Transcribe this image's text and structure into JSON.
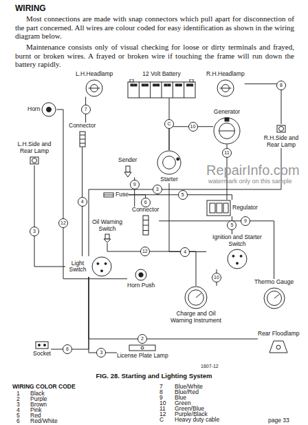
{
  "diagram": {
    "title": "WIRING",
    "caption": "FIG. 28. Starting and Lighting System",
    "nodes": [
      {
        "text": [
          "L.H.Headlamp"
        ]
      },
      {
        "text": [
          "12 Volt Battery"
        ]
      },
      {
        "text": [
          "R.H.Headlamp"
        ]
      },
      {
        "text": [
          "Horn"
        ]
      },
      {
        "text": [
          "Generator"
        ]
      },
      {
        "text": [
          "L.H.Side and Rear Lamp"
        ]
      },
      {
        "text": [
          "Connector"
        ]
      },
      {
        "text": [
          "Sender"
        ]
      },
      {
        "text": [
          "Starter"
        ]
      },
      {
        "text": [
          "R.H.Side and Rear Lamp"
        ]
      },
      {
        "text": [
          "Fuse"
        ]
      },
      {
        "text": [
          "Connector"
        ]
      },
      {
        "text": [
          "Regulator"
        ]
      },
      {
        "text": [
          "Oil Warning Switch"
        ]
      },
      {
        "text": [
          "Ignition and Starter Switch"
        ]
      },
      {
        "text": [
          "Light Switch"
        ]
      },
      {
        "text": [
          "Horn Push"
        ]
      },
      {
        "text": [
          "Thermo Gauge"
        ]
      },
      {
        "text": [
          "Charge and Oil Warning Instrument"
        ]
      },
      {
        "text": [
          "Socket"
        ]
      },
      {
        "text": [
          "License Plate Lamp"
        ]
      },
      {
        "text": [
          "Rear Floodlamp"
        ]
      }
    ],
    "edges": [
      {
        "from": 1,
        "to": 8,
        "label": "C",
        "arrow": "none"
      },
      {
        "from": 0,
        "to": 6,
        "label": "7",
        "arrow": "none"
      },
      {
        "from": 2,
        "to": 9,
        "label": "8",
        "arrow": "none"
      },
      {
        "from": 3,
        "to": 16,
        "label": "12",
        "arrow": "none"
      },
      {
        "from": 4,
        "to": 12,
        "label": "11",
        "arrow": "none"
      },
      {
        "from": 4,
        "to": 8,
        "label": "10",
        "arrow": "none"
      },
      {
        "from": 10,
        "to": 12,
        "label": "5",
        "arrow": "none"
      },
      {
        "from": 10,
        "to": 11,
        "label": "6",
        "arrow": "none"
      },
      {
        "from": 12,
        "to": 14,
        "label": "5",
        "arrow": "none"
      },
      {
        "from": 14,
        "to": 18,
        "label": "10",
        "arrow": "none"
      },
      {
        "from": 14,
        "to": 8,
        "label": "4",
        "arrow": "none"
      },
      {
        "from": 7,
        "to": 11,
        "label": "9",
        "arrow": "none"
      },
      {
        "from": 11,
        "to": 17,
        "label": "9",
        "arrow": "none"
      },
      {
        "from": 13,
        "to": 18,
        "label": "12",
        "arrow": "none"
      },
      {
        "from": 15,
        "to": 5,
        "label": "3",
        "arrow": "none"
      },
      {
        "from": 15,
        "to": 9,
        "label": "3",
        "arrow": "none"
      },
      {
        "from": 15,
        "to": 20,
        "label": "3",
        "arrow": "none"
      },
      {
        "from": 15,
        "to": 19,
        "label": "6",
        "arrow": "none"
      },
      {
        "from": 15,
        "to": 21,
        "label": "2",
        "arrow": "none"
      },
      {
        "from": 15,
        "to": 6,
        "label": "4",
        "arrow": "none"
      }
    ],
    "labels": [
      "Most connections are made with snap connectors which pull apart for disconnection of the part concerned. All wires are colour coded for easy identification as shown in the wiring diagram below.",
      "Maintenance consists only of visual checking for loose or dirty terminals and frayed, burnt or broken wires. A frayed or broken wire if touching the frame will run down the battery rapidly.",
      "RepairInfo.com",
      "watermark only on this sample",
      "1607-12",
      "WIRING COLOR CODE",
      "1",
      "Black",
      "2",
      "Purple",
      "3",
      "Brown",
      "4",
      "Pink",
      "5",
      "Red",
      "6",
      "Red/White",
      "7",
      "Blue/White",
      "8",
      "Blue/Red",
      "9",
      "Blue",
      "10",
      "Green",
      "11",
      "Green/Blue",
      "12",
      "Purple/Black",
      "C",
      "Heavy duty cable",
      "page 33"
    ]
  }
}
